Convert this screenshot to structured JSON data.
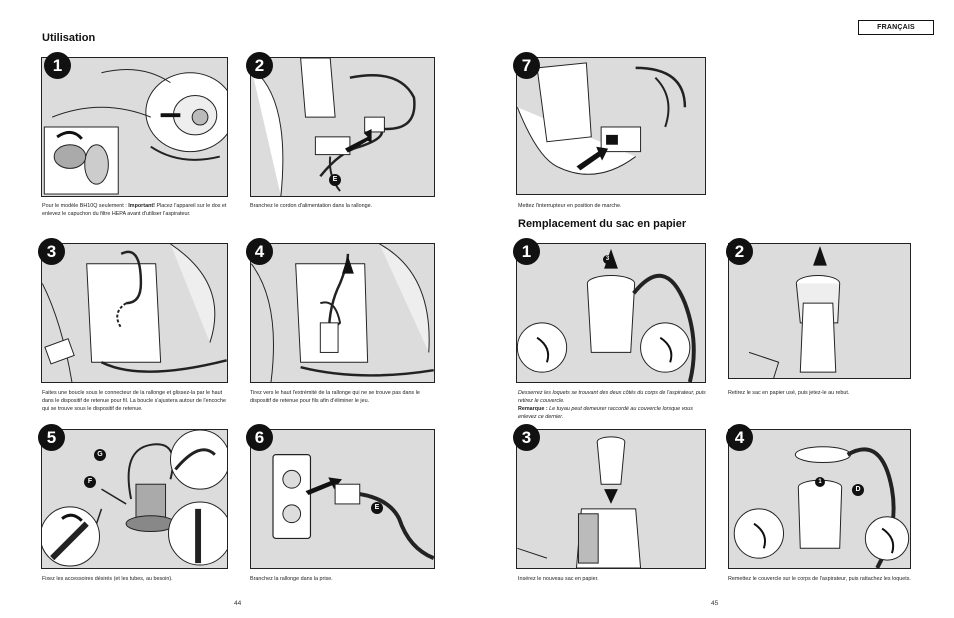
{
  "language_badge": "FRANÇAIS",
  "left_page": {
    "heading": "Utilisation",
    "page_number": "44",
    "steps": [
      {
        "number": "1",
        "caption_pre": "Pour le modèle BH10Q seulement : ",
        "caption_bold": "Important!",
        "caption_post": " Placez l'appareil sur le dos et enlevez le capuchon du filtre HEPA avant d'utiliser l'aspirateur."
      },
      {
        "number": "2",
        "caption": "Branchez le cordon d'alimentation dans la rallonge.",
        "callout": "E"
      },
      {
        "number": "3",
        "caption": "Faites une boucle sous le connecteur de la rallonge et glissez-la par le haut dans le dispositif de retenue pour fil. La boucle s'ajustera autour de l'encoche qui se trouve sous le dispositif de retenue."
      },
      {
        "number": "4",
        "caption": "Tirez vers le haut l'extrémité de la rallonge qui ne se trouve pas dans le dispositif de retenue pour fils afin d'éliminer le jeu."
      },
      {
        "number": "5",
        "caption": "Fixez les accessoires désirés (et les tubes, au besoin).",
        "callout_g": "G",
        "callout_f": "F"
      },
      {
        "number": "6",
        "caption": "Branchez la rallonge dans la prise.",
        "callout": "E"
      }
    ]
  },
  "right_page": {
    "page_number": "45",
    "step7": {
      "number": "7",
      "caption": "Mettez l'interrupteur en position de marche."
    },
    "heading": "Remplacement du sac en papier",
    "steps": [
      {
        "number": "1",
        "caption_italic": "Desserrez les loquets se trouvant des deux côtés du corps de l'aspirateur, puis retirez le couvercle.",
        "caption_bold": "Remarque :",
        "caption_italic2": " Le tuyau peut demeurer raccordé au couvercle lorsque vous enlevez ce dernier.",
        "inner_label": "3"
      },
      {
        "number": "2",
        "caption": "Retirez le sac en papier usé, puis jetez-le au rebut."
      },
      {
        "number": "3",
        "caption": "Insérez le nouveau sac en papier."
      },
      {
        "number": "4",
        "caption": "Remettez le couvercle sur le corps de l'aspirateur, puis rattachez les loquets.",
        "callout": "D",
        "inner_label": "1"
      }
    ]
  }
}
